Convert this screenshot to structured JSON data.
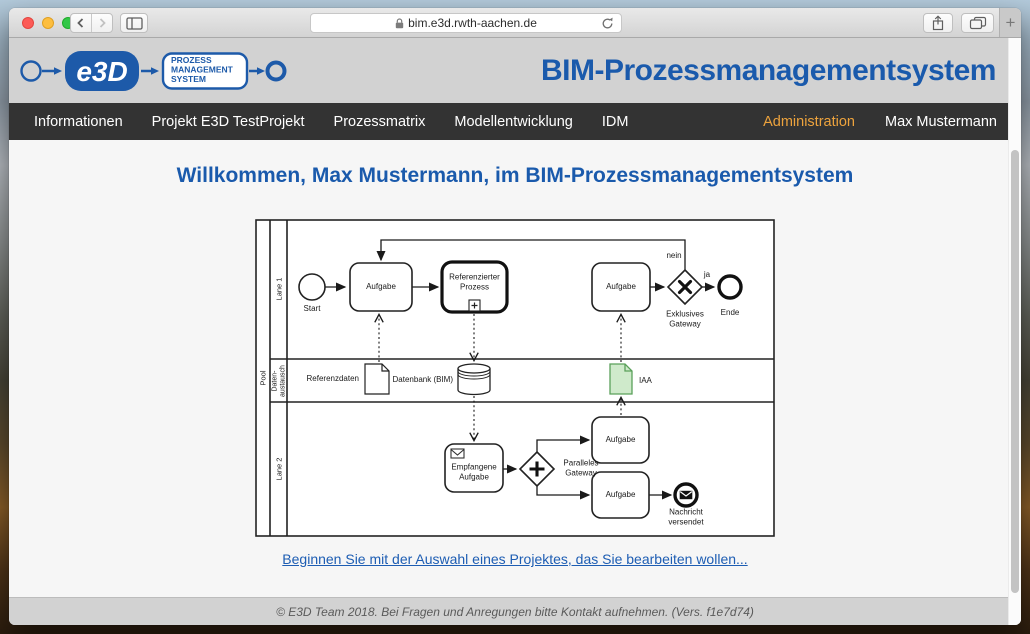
{
  "browser": {
    "url": "bim.e3d.rwth-aachen.de",
    "new_tab_label": "+"
  },
  "logo": {
    "e3d": "e3D",
    "box_lines": [
      "PROZESS",
      "MANAGEMENT",
      "SYSTEM"
    ]
  },
  "header": {
    "title": "BIM-Prozessmanagementsystem"
  },
  "nav": {
    "left": [
      "Informationen",
      "Projekt E3D TestProjekt",
      "Prozessmatrix",
      "Modellentwicklung",
      "IDM"
    ],
    "right": [
      "Administration",
      "Max Mustermann"
    ]
  },
  "main": {
    "welcome": "Willkommen, Max Mustermann, im BIM-Prozessmanagementsystem",
    "cta_link": "Beginnen Sie mit der Auswahl eines Projektes, das Sie bearbeiten wollen..."
  },
  "diagram": {
    "pool": "Pool",
    "lanes": [
      "Lane 1",
      "Daten-austausch",
      "Lane 2"
    ],
    "start": "Start",
    "task": "Aufgabe",
    "ref_process": "Referenzierter Prozess",
    "exclusive_gateway": "Exklusives Gateway",
    "parallel_gateway": "Paralleles Gateway",
    "yes": "ja",
    "no": "nein",
    "end": "Ende",
    "data_object": "Referenzdaten",
    "data_store": "Datenbank (BIM)",
    "iaa": "IAA",
    "receive_task": "Empfangene Aufgabe",
    "message_end": "Nachricht versendet"
  },
  "footer": {
    "text": "© E3D Team 2018. Bei Fragen und Anregungen bitte Kontakt aufnehmen. (Vers. f1e7d74)"
  },
  "colors": {
    "accent_blue": "#1a5aac",
    "nav_bg": "#333333",
    "nav_active_orange": "#eda33d",
    "iaa_fill": "#cfeacb",
    "iaa_stroke": "#5aa05a",
    "header_gray": "#d2d2d2"
  }
}
